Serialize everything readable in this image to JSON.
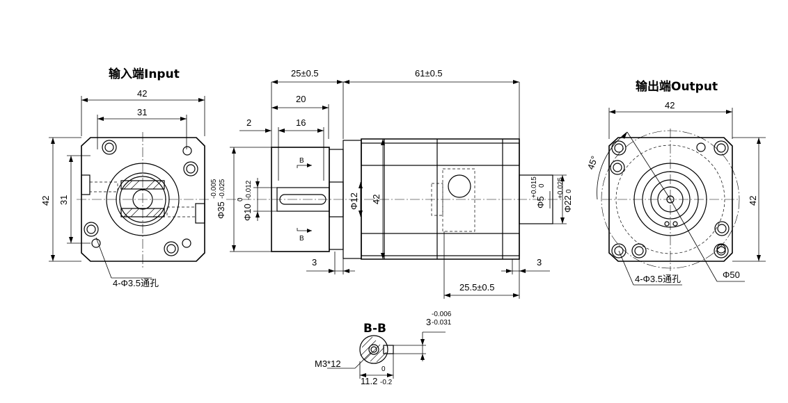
{
  "titles": {
    "input": "输入端Input",
    "output": "输出端Output",
    "section": "B-B"
  },
  "input_view": {
    "width_outer": "42",
    "width_bolt": "31",
    "height_outer": "42",
    "height_bolt": "31",
    "holes": "4-Φ3.5通孔"
  },
  "side_view": {
    "dim_25": "25±0.5",
    "dim_61": "61±0.5",
    "dim_20": "20",
    "dim_16": "16",
    "dim_2": "2",
    "dim_3_left": "3",
    "dim_3_right": "3",
    "dim_25_5": "25.5±0.5",
    "dia_35": "Φ35",
    "dia_35_tol_upper": "-0.005",
    "dia_35_tol_lower": "-0.025",
    "dia_10": "Φ10",
    "dia_10_tol_upper": "0",
    "dia_10_tol_lower": "-0.012",
    "dia_12": "Φ12",
    "height_42": "42",
    "dia_5": "Φ5",
    "dia_5_tol_upper": "+0.015",
    "dia_5_tol_lower": "0",
    "dia_22": "Φ22",
    "dia_22_tol_upper": "+0.025",
    "dia_22_tol_lower": "0",
    "section_mark": "B"
  },
  "output_view": {
    "width_outer": "42",
    "height_outer": "42",
    "angle": "45°",
    "pcd": "Φ50",
    "holes": "4-Φ3.5通孔"
  },
  "section_view": {
    "thread": "M3*12",
    "key_width": "3",
    "key_tol_upper": "-0.006",
    "key_tol_lower": "-0.031",
    "height": "11.2",
    "height_tol_upper": "0",
    "height_tol_lower": "-0.2"
  }
}
